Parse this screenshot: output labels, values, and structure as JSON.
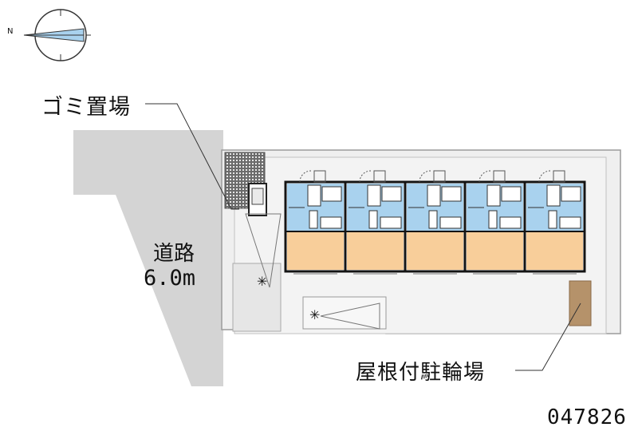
{
  "compass": {
    "north_label": "N",
    "icon": "compass-rose-icon"
  },
  "labels": {
    "garbage_area": "ゴミ置場",
    "road": "道路",
    "road_width": "6.0m",
    "covered_bike_parking": "屋根付駐輪場",
    "property_id": "047826"
  },
  "building": {
    "unit_count": 5
  },
  "colors": {
    "road": "#d4d4d4",
    "site": "#efefef",
    "wet_area": "#a9d2ee",
    "living_room": "#f8ce9a",
    "bike_parking": "#b5926a",
    "wall": "#141414"
  }
}
